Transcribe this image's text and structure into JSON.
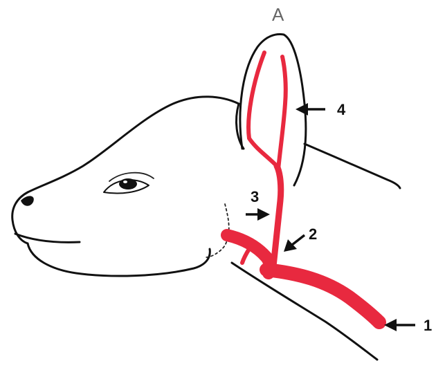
{
  "figure": {
    "panel_letter": "A",
    "labels": [
      {
        "id": "1",
        "text": "1"
      },
      {
        "id": "2",
        "text": "2"
      },
      {
        "id": "3",
        "text": "3"
      },
      {
        "id": "4",
        "text": "4"
      }
    ]
  },
  "colors": {
    "vessel": "#e8293f",
    "vessel_dark": "#c51f34",
    "outline": "#111111",
    "panel_letter": "#666666"
  }
}
